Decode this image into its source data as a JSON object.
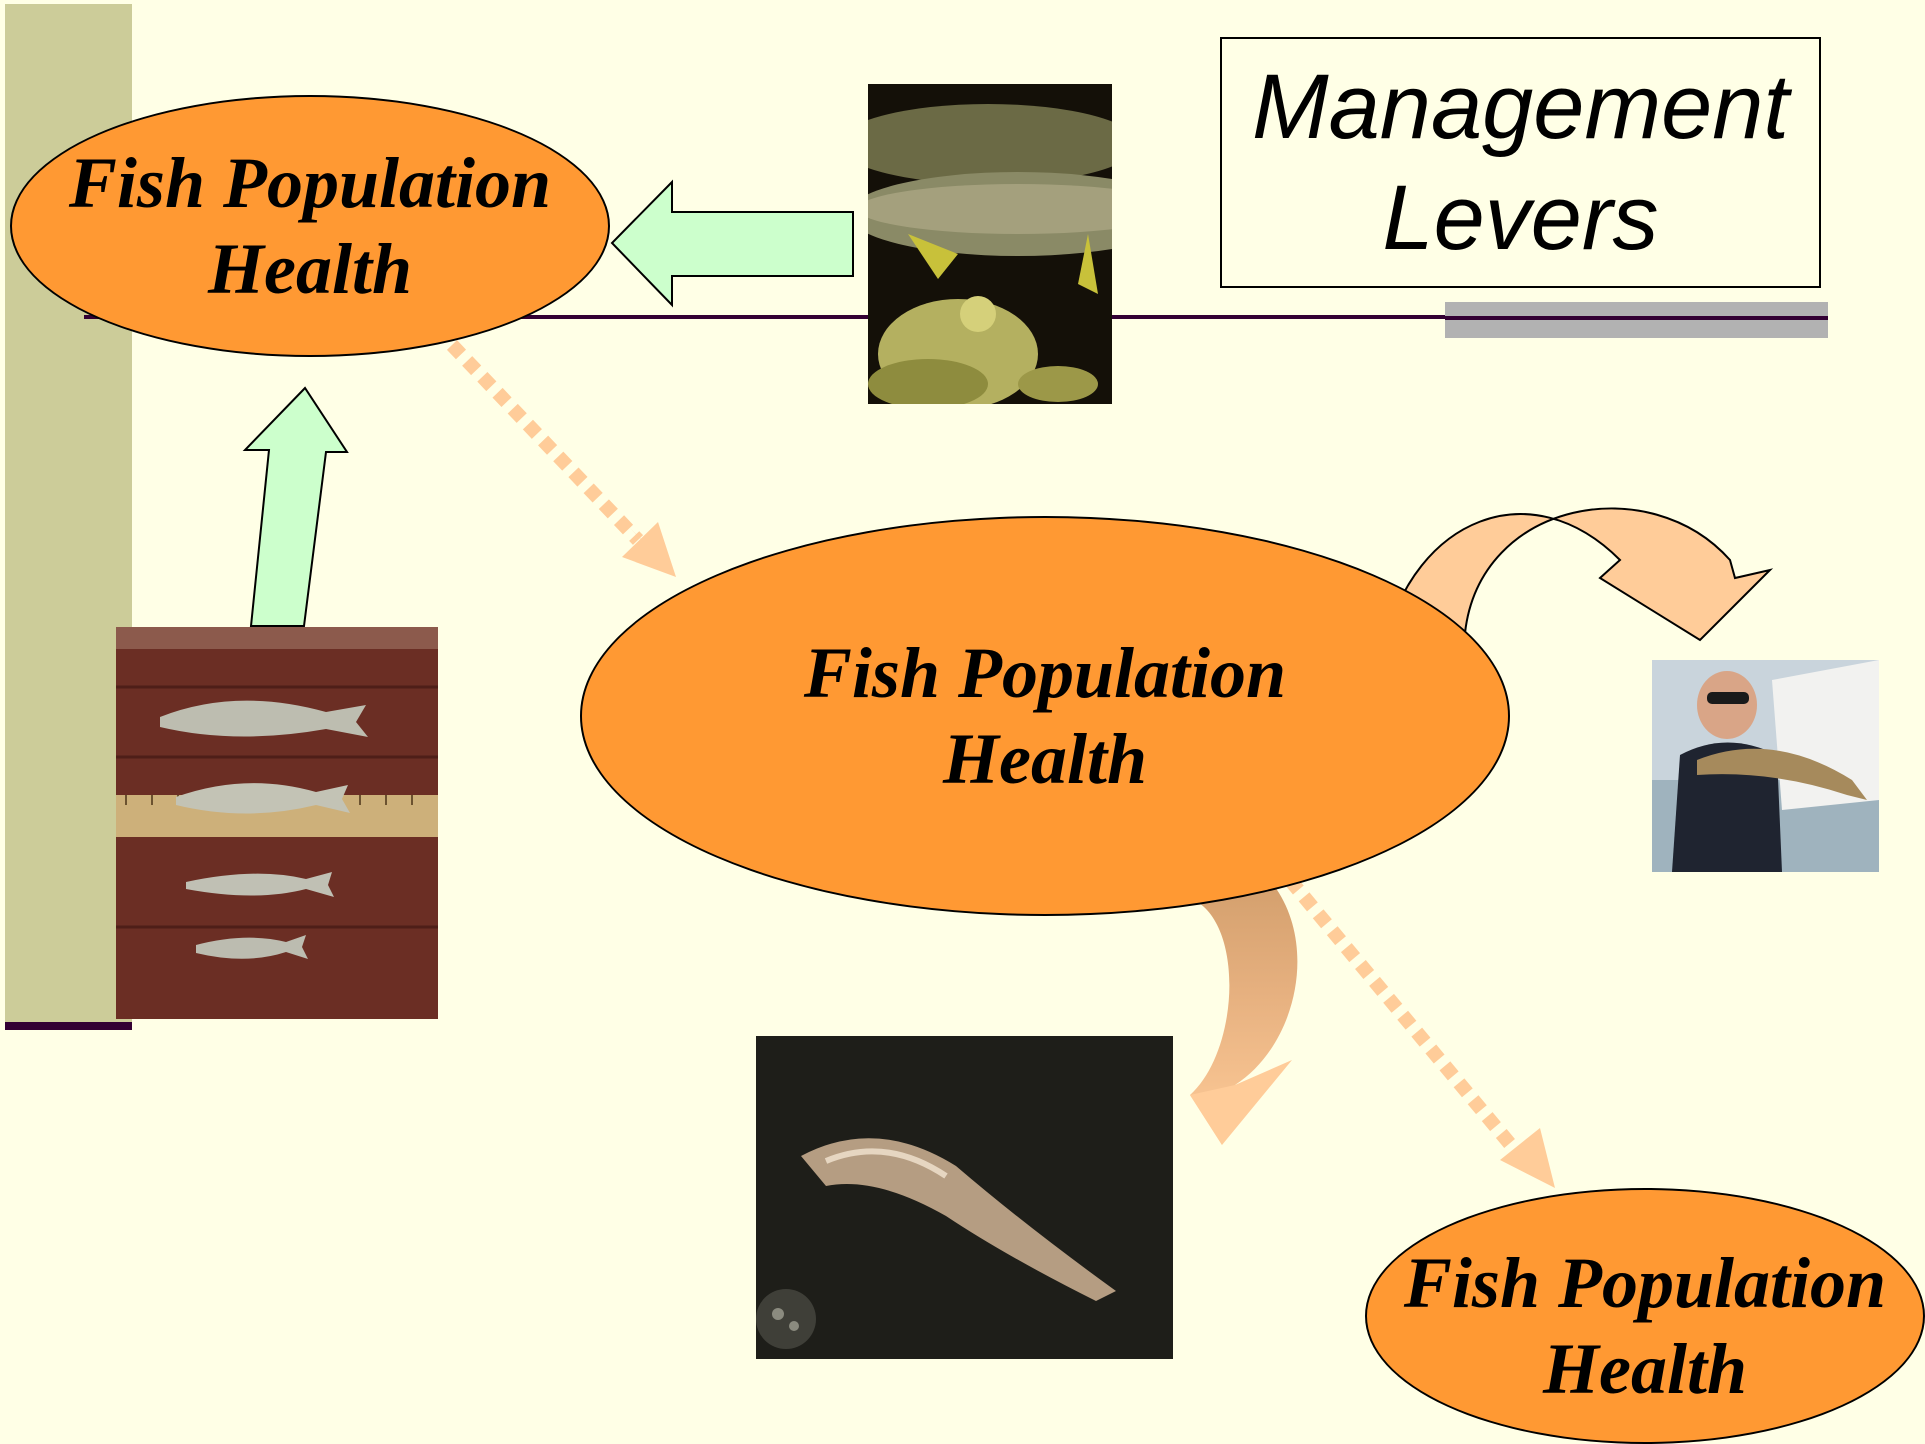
{
  "title": {
    "text": "Management\nLevers"
  },
  "nodes": [
    {
      "id": "top-left",
      "label": "Fish Population\nHealth"
    },
    {
      "id": "center",
      "label": "Fish Population\nHealth"
    },
    {
      "id": "bottom-right",
      "label": "Fish Population\nHealth"
    }
  ],
  "photos": [
    {
      "id": "spawning-fish",
      "icon": "spawning-fish-photo"
    },
    {
      "id": "juvenile-fish-ruler",
      "icon": "fish-on-ruler-photo"
    },
    {
      "id": "angler-with-walleye",
      "icon": "angler-photo"
    },
    {
      "id": "dead-fish-underwater",
      "icon": "dead-fish-photo"
    }
  ],
  "colors": {
    "background": "#FFFFE6",
    "ellipse_fill": "#FF9933",
    "side_bar": "#CCCC99",
    "green_arrow": "#CCFFCC",
    "dotted_arrow": "#FFCC99",
    "curved_arrow": "#FFCC99",
    "rule": "#330033",
    "rule_accent": "#B2B2B2"
  }
}
